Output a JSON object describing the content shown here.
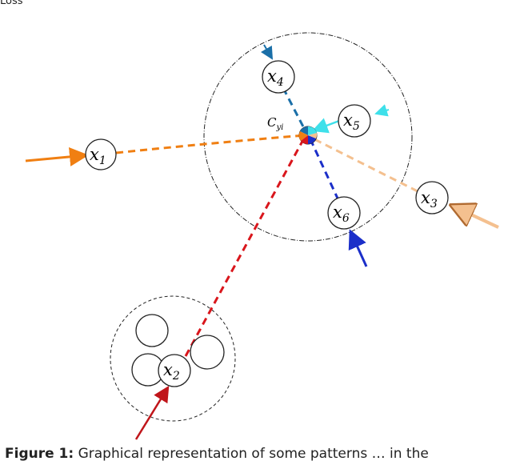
{
  "header": {
    "text": "Loss"
  },
  "nodes": [
    {
      "id": "x1",
      "base": "x",
      "sub": "1"
    },
    {
      "id": "x2",
      "base": "x",
      "sub": "2"
    },
    {
      "id": "x3",
      "base": "x",
      "sub": "3"
    },
    {
      "id": "x4",
      "base": "x",
      "sub": "4"
    },
    {
      "id": "x5",
      "base": "x",
      "sub": "5"
    },
    {
      "id": "x6",
      "base": "x",
      "sub": "6"
    }
  ],
  "center": {
    "base": "C",
    "sub": "yi"
  },
  "caption": {
    "prefix": "Figure 1:",
    "text": " Graphical representation of some patterns … in the"
  },
  "colors": {
    "x1": "#f07f12",
    "x2": "#d9161c",
    "x3": "#f4c08f",
    "x4": "#1a6fa8",
    "x5": "#3ee0ea",
    "x6": "#1b2fc9"
  }
}
